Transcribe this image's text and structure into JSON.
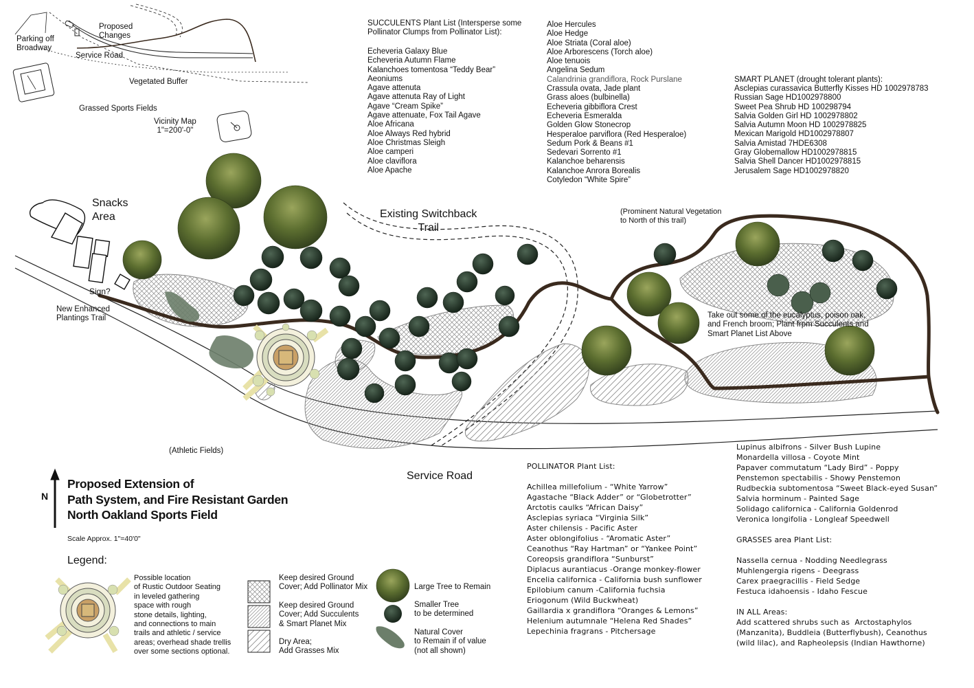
{
  "vicinity_map": {
    "labels": {
      "parking": "Parking off\nBroadway",
      "proposed": "Proposed\nChanges",
      "service_road": "Service Road",
      "vegetated_buffer": "Vegetated Buffer",
      "sports_fields": "Grassed Sports Fields",
      "title": "Vicinity Map\n1\"=200'-0\""
    }
  },
  "map_labels": {
    "snacks_area": "Snacks\nArea",
    "sign": "Sign?",
    "new_trail": "New Enhanced\nPlantings Trail",
    "switchback": "Existing Switchback\nTrail",
    "prominent_vegetation": "(Prominent Natural Vegetation\nto North of this trail)",
    "take_out_note": "Take out some of the eucalyptus, poison oak,\nand French broom; Plant frpm Succulents and\nSmart Planet List Above",
    "athletic_fields": "(Athletic Fields)",
    "service_road": "Service Road"
  },
  "title_block": {
    "north": "N",
    "lines": [
      "Proposed Extension of",
      "Path System, and Fire Resistant Garden",
      "North Oakland Sports Field"
    ],
    "scale": "Scale Approx. 1\"=40'0\""
  },
  "succulents": {
    "heading": "SUCCULENTS Plant List (Intersperse some\nPollinator Clumps from Pollinator List):",
    "col1": [
      "Echeveria Galaxy Blue",
      "Echeveria Autumn Flame",
      "Kalanchoes tomentosa “Teddy Bear”",
      "Aeoniums",
      "Agave attenuta",
      "Agave attenuta Ray of Light",
      "Agave “Cream Spike”",
      "Agave attenuate, Fox Tail Agave",
      "Aloe Africana",
      "Aloe Always Red hybrid",
      "Aloe Christmas Sleigh",
      "Aloe camperi",
      "Aloe claviflora",
      "Aloe Apache"
    ],
    "col2": [
      "Aloe Hercules",
      "Aloe Hedge",
      "Aloe Striata (Coral aloe)",
      "Aloe Arborescens (Torch aloe)",
      "Aloe tenuois",
      "Angelina Sedum",
      "Calandrinia grandiflora, Rock Purslane",
      "Crassula ovata, Jade plant",
      "Grass aloes (bulbinella)",
      "Echeveria gibbiflora Crest",
      "Echeveria Esmeralda",
      "Golden Glow Stonecrop",
      "Hesperaloe parviflora (Red Hesperaloe)",
      "Sedum Pork & Beans #1",
      "Sedevari Sorrento #1",
      "Kalanchoe beharensis",
      "Kalanchoe Anrora Borealis",
      "Cotyledon “White Spire”"
    ]
  },
  "smart_planet": {
    "heading": "SMART PLANET (drought tolerant plants):",
    "items": [
      "Asclepias curassavica Butterfly Kisses HD 1002978783",
      "Russian Sage HD1002978800",
      "Sweet Pea Shrub HD 100298794",
      "Salvia Golden Girl HD 1002978802",
      "Salvia Autumn Moon HD 1002978825",
      "Mexican Marigold HD1002978807",
      "Salvia Amistad  7HDE6308",
      "Gray Globemallow HD1002978815",
      "Salvia Shell Dancer HD1002978815",
      "Jerusalem Sage HD1002978820"
    ]
  },
  "pollinator": {
    "heading": "POLLINATOR Plant List:",
    "items": [
      "Achillea millefolium - “White Yarrow”",
      "Agastache “Black Adder” or “Globetrotter”",
      "Arctotis caulks “African Daisy”",
      "Asclepias syriaca “Virginia Silk”",
      "Aster chilensis - Pacific Aster",
      "Aster oblongifolius - “Aromatic Aster”",
      "Ceanothus “Ray Hartman” or “Yankee Point”",
      "Coreopsis grandiflora  “Sunburst”",
      "Diplacus aurantiacus -Orange monkey-flower",
      "Encelia californica - California bush sunflower",
      "Epilobium canum -California fuchsia",
      "Eriogonum (Wild Buckwheat)",
      "Gaillardia x grandiflora “Oranges & Lemons”",
      "Helenium autumnale “Helena Red Shades”",
      "Lepechinia fragrans - Pitchersage"
    ],
    "col2": [
      "Lupinus albifrons - Silver Bush Lupine",
      "Monardella villosa - Coyote Mint",
      "Papaver commutatum “Lady Bird” - Poppy",
      "Penstemon spectabilis - Showy Penstemon",
      "Rudbeckia subtomentosa “Sweet Black-eyed Susan”",
      "Salvia horminum - Painted Sage",
      "Solidago californica - California Goldenrod",
      "Veronica longifolia - Longleaf Speedwell"
    ]
  },
  "grasses": {
    "heading": "GRASSES area Plant List:",
    "items": [
      "Nassella cernua - Nodding Needlegrass",
      "Muhlengergia rigens - Deegrass",
      "Carex praegracillis - Field Sedge",
      "Festuca idahoensis - Idaho Fescue"
    ]
  },
  "all_areas": {
    "heading": "IN ALL Areas:",
    "text": "Add scattered shrubs such as  Arctostaphylos\n(Manzanita), Buddleia (Butterflybush), Ceanothus\n(wild lilac), and Rapheolepsis (Indian Hawthorne)"
  },
  "legend": {
    "heading": "Legend:",
    "seating": "Possible location\nof Rustic Outdoor Seating\nin leveled gathering\nspace with rough\nstone details, lighting,\nand connections to main\ntrails and athletic / service\nareas; overhead shade trellis\nover some sections optional.",
    "crosshatch": "Keep desired Ground\nCover; Add Pollinator Mix",
    "diagonal_cross": "Keep desired Ground\nCover; Add Succulents\n& Smart Planet Mix",
    "diagonal": "Dry Area;\nAdd Grasses Mix",
    "large_tree": "Large Tree to Remain",
    "small_tree": "Smaller Tree\nto be determined",
    "natural_cover": "Natural Cover\nto Remain if of value\n(not all shown)"
  },
  "colors": {
    "trail": "#3a2a1e",
    "large_tree": "#5a6b2e",
    "small_tree": "#26362b",
    "natural_cover": "#6c7e6a",
    "hatch": "#8a8a8a"
  }
}
